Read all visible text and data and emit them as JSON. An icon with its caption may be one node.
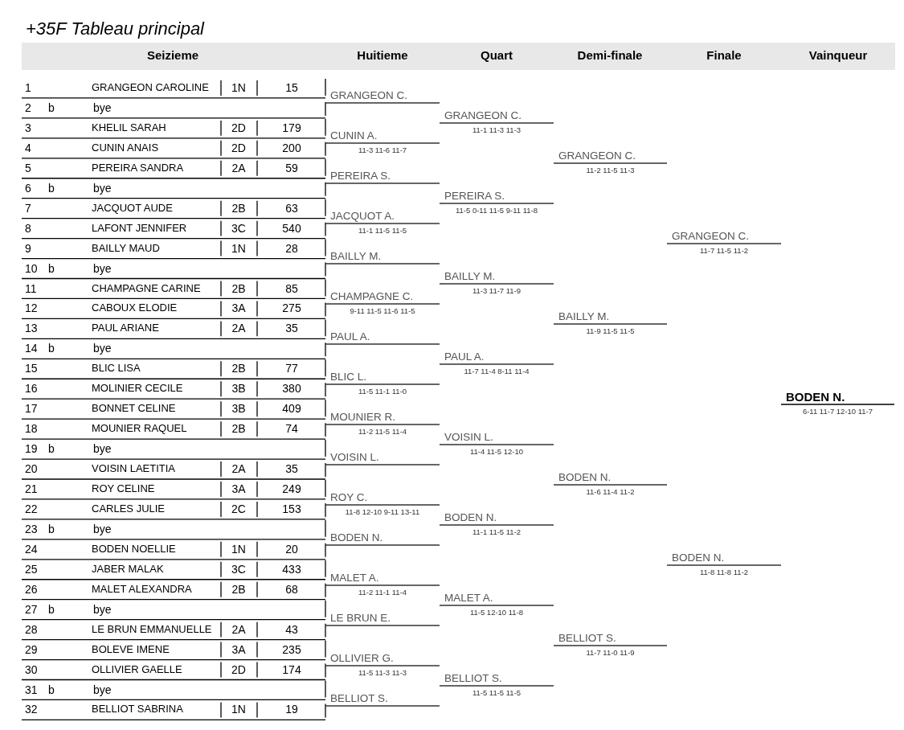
{
  "diagram": {
    "title": "+35F Tableau principal",
    "labels": [
      "Seizieme",
      "Huitieme",
      "Quart",
      "Demi-finale",
      "Finale",
      "Vainqueur",
      "1",
      "GRANGEON CAROLINE",
      "1N",
      "15",
      "2",
      "b",
      "bye",
      "3",
      "KHELIL SARAH",
      "2D",
      "179",
      "4",
      "CUNIN ANAIS",
      "2D",
      "200",
      "5",
      "PEREIRA SANDRA",
      "2A",
      "59",
      "6",
      "b",
      "bye",
      "7",
      "JACQUOT AUDE",
      "2B",
      "63",
      "8",
      "LAFONT JENNIFER",
      "3C",
      "540",
      "9",
      "BAILLY MAUD",
      "1N",
      "28",
      "10",
      "b",
      "bye",
      "11",
      "CHAMPAGNE CARINE",
      "2B",
      "85",
      "12",
      "CABOUX ELODIE",
      "3A",
      "275",
      "13",
      "PAUL ARIANE",
      "2A",
      "35",
      "14",
      "b",
      "bye",
      "15",
      "BLIC LISA",
      "2B",
      "77",
      "16",
      "MOLINIER CECILE",
      "3B",
      "380",
      "17",
      "BONNET CELINE",
      "3B",
      "409",
      "18",
      "MOUNIER RAQUEL",
      "2B",
      "74",
      "19",
      "b",
      "bye",
      "20",
      "VOISIN LAETITIA",
      "2A",
      "35",
      "21",
      "ROY CELINE",
      "3A",
      "249",
      "22",
      "CARLES JULIE",
      "2C",
      "153",
      "23",
      "b",
      "bye",
      "24",
      "BODEN NOELLIE",
      "1N",
      "20",
      "25",
      "JABER MALAK",
      "3C",
      "433",
      "26",
      "MALET ALEXANDRA",
      "2B",
      "68",
      "27",
      "b",
      "bye",
      "28",
      "LE BRUN EMMANUELLE",
      "2A",
      "43",
      "29",
      "BOLEVE IMENE",
      "3A",
      "235",
      "30",
      "OLLIVIER GAELLE",
      "2D",
      "174",
      "31",
      "b",
      "bye",
      "32",
      "BELLIOT SABRINA",
      "1N",
      "19",
      "GRANGEON C.",
      "CUNIN A.",
      "11-3 11-6 11-7",
      "PEREIRA S.",
      "JACQUOT A.",
      "11-1 11-5 11-5",
      "BAILLY M.",
      "CHAMPAGNE C.",
      "9-11 11-5 11-6 11-5",
      "PAUL A.",
      "BLIC L.",
      "11-5 11-1 11-0",
      "MOUNIER R.",
      "11-2 11-5 11-4",
      "VOISIN L.",
      "ROY C.",
      "11-8 12-10 9-11 13-11",
      "BODEN N.",
      "MALET A.",
      "11-2 11-1 11-4",
      "LE BRUN E.",
      "OLLIVIER G.",
      "11-5 11-3 11-3",
      "BELLIOT S.",
      "GRANGEON C.",
      "11-1 11-3 11-3",
      "PEREIRA S.",
      "11-5 0-11 11-5 9-11 11-8",
      "BAILLY M.",
      "11-3 11-7 11-9",
      "PAUL A.",
      "11-7 11-4 8-11 11-4",
      "VOISIN L.",
      "11-4 11-5 12-10",
      "BODEN N.",
      "11-1 11-5 11-2",
      "MALET A.",
      "11-5 12-10 11-8",
      "BELLIOT S.",
      "11-5 11-5 11-5",
      "GRANGEON C.",
      "11-2 11-5 11-3",
      "BAILLY M.",
      "11-9 11-5 11-5",
      "BODEN N.",
      "11-6 11-4 11-2",
      "BELLIOT S.",
      "11-7 11-0 11-9",
      "GRANGEON C.",
      "11-7 11-5 11-2",
      "BODEN N.",
      "11-8 11-8 11-2",
      "BODEN N.",
      "6-11 11-7 12-10 11-7"
    ]
  }
}
